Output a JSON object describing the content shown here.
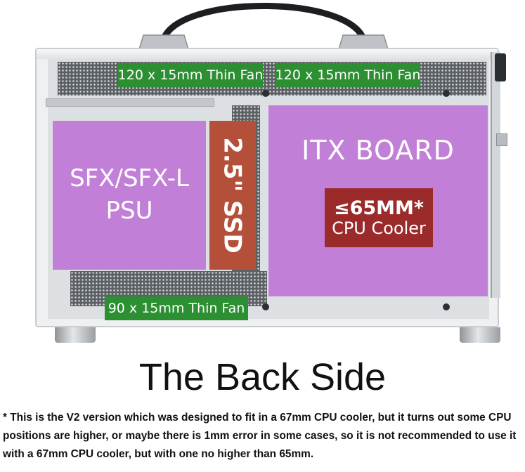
{
  "diagram": {
    "fans": {
      "top_left": "120 x 15mm Thin Fan",
      "top_right": "120 x 15mm Thin Fan",
      "bottom": "90 x 15mm Thin Fan"
    },
    "psu": {
      "line1": "SFX/SFX-L",
      "line2": "PSU"
    },
    "ssd": "2.5\" SSD",
    "board": "ITX BOARD",
    "cooler": {
      "main": "≤65MM*",
      "sub": "CPU Cooler"
    },
    "colors": {
      "fan_label": "#2c8f31",
      "component": "#c27fd8",
      "ssd": "#b4503a",
      "cooler": "#9b2b2a"
    }
  },
  "caption": "The Back Side",
  "footnote": "* This is the V2 version which was designed to fit in a 67mm CPU cooler, but it turns out some CPU positions are higher, or maybe there is 1mm error in some cases, so it is not recommended to use it with a 67mm CPU cooler, but with one no higher than 65mm."
}
